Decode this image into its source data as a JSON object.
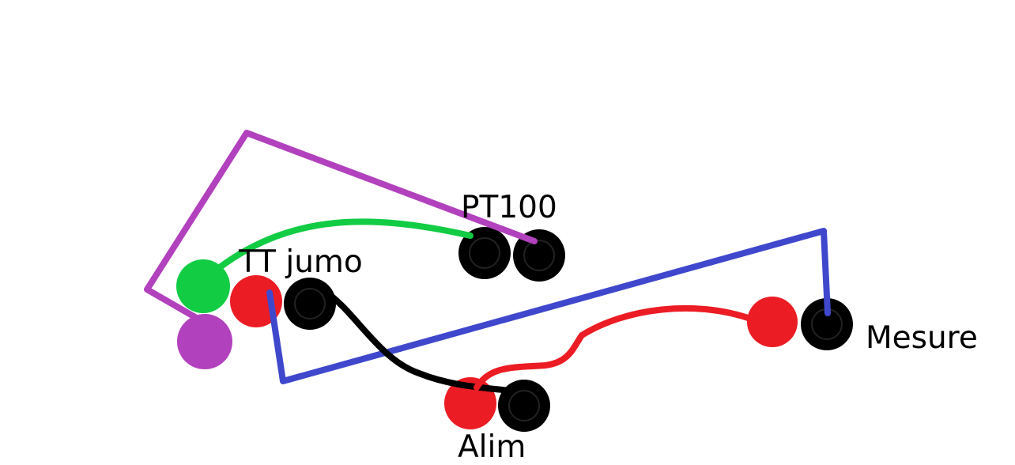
{
  "labels": {
    "pt100": "PT100",
    "tt_jumo": "TT jumo",
    "mesure": "Mesure",
    "alim": "Alim"
  },
  "colors": {
    "purple": "#b241bd",
    "green": "#12cc44",
    "red": "#ec1c24",
    "black": "#000000",
    "blue": "#3f48cc"
  }
}
